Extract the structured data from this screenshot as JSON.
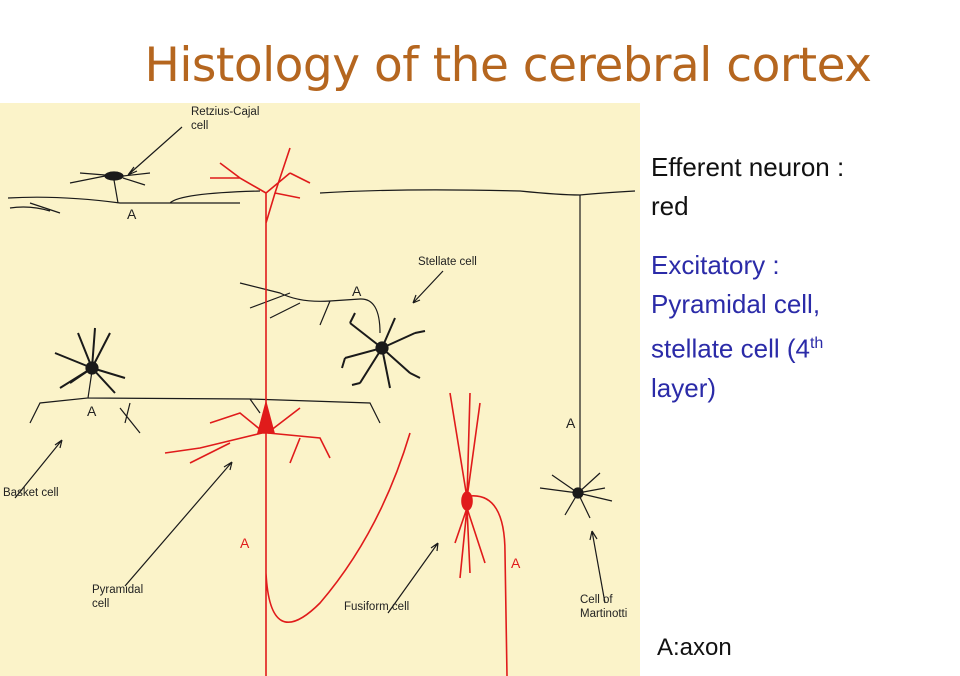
{
  "title": "Histology of the cerebral cortex",
  "diagram": {
    "labels": {
      "retzius": [
        "Retzius-Cajal",
        "cell"
      ],
      "stellate": "Stellate cell",
      "basket": "Basket cell",
      "pyramidal": [
        "Pyramidal",
        "cell"
      ],
      "fusiform": "Fusiform cell",
      "martinotti": [
        "Cell of",
        "Martinotti"
      ],
      "axon_mark": "A"
    }
  },
  "notes": {
    "efferent": [
      "Efferent neuron :",
      "red"
    ],
    "excitatory": [
      "Excitatory :",
      "Pyramidal cell,",
      "stellate cell (4",
      "th",
      "layer)"
    ],
    "legend": "A:axon"
  },
  "colors": {
    "title": "#b5661f",
    "blue": "#2b2ba8",
    "red": "#e01b1b",
    "panel": "#fbf3c9"
  }
}
